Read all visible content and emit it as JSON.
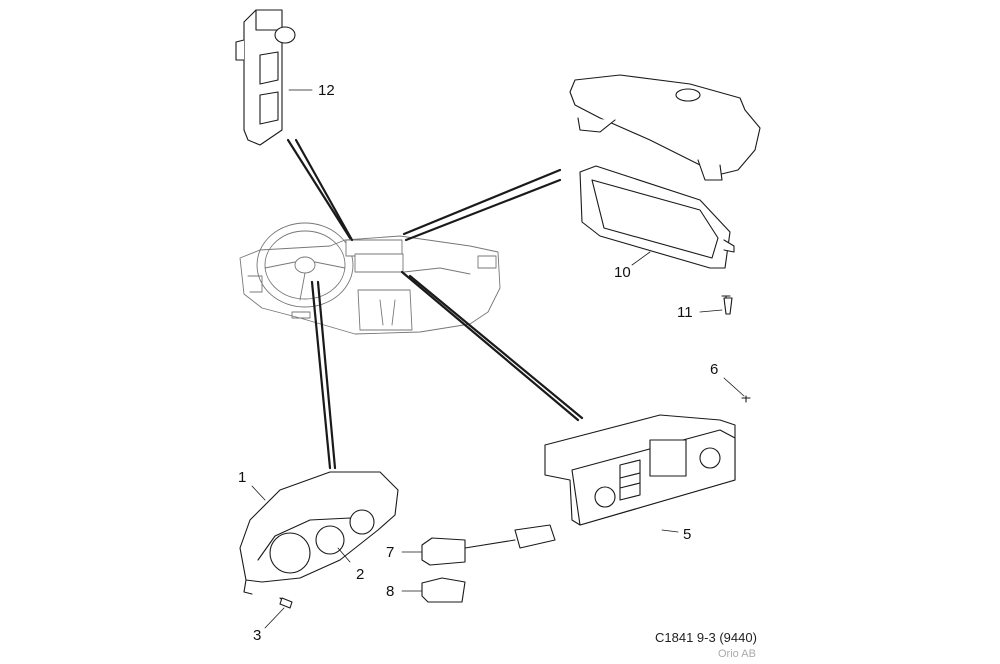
{
  "callouts": [
    {
      "id": "1",
      "label": "1"
    },
    {
      "id": "2",
      "label": "2"
    },
    {
      "id": "3",
      "label": "3"
    },
    {
      "id": "5",
      "label": "5"
    },
    {
      "id": "6",
      "label": "6"
    },
    {
      "id": "7",
      "label": "7"
    },
    {
      "id": "8",
      "label": "8"
    },
    {
      "id": "10",
      "label": "10"
    },
    {
      "id": "11",
      "label": "11"
    },
    {
      "id": "12",
      "label": "12"
    }
  ],
  "footer": {
    "code": "C1841 9-3 (9440)",
    "brand": "Orio AB"
  },
  "colors": {
    "line": "#1a1a1a",
    "fill": "#ffffff",
    "shade": "#d9d9d9"
  }
}
